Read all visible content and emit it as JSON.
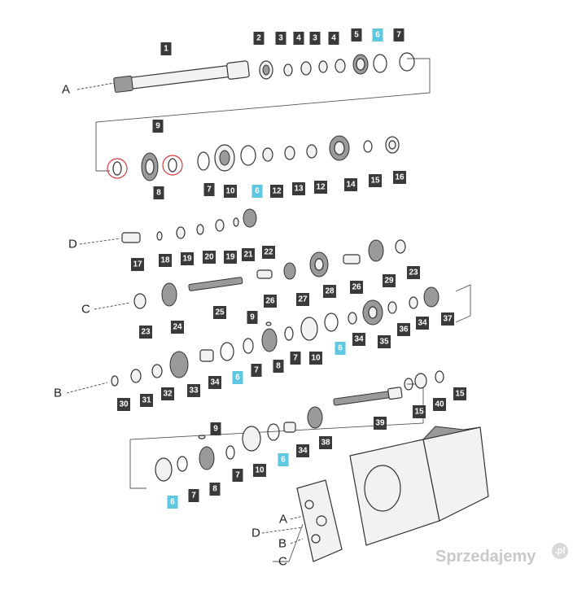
{
  "colors": {
    "label_bg": "#3a3a3a",
    "label_text": "#ffffff",
    "highlight_bg": "#5ec8e0",
    "highlight_text": "#ffffff",
    "circle_mark": "#d23c3c"
  },
  "callouts": [
    {
      "n": "1",
      "hl": false
    },
    {
      "n": "2",
      "hl": false
    },
    {
      "n": "3",
      "hl": false
    },
    {
      "n": "4",
      "hl": false
    },
    {
      "n": "3",
      "hl": false
    },
    {
      "n": "4",
      "hl": false
    },
    {
      "n": "5",
      "hl": false
    },
    {
      "n": "6",
      "hl": true
    },
    {
      "n": "7",
      "hl": false
    },
    {
      "n": "9",
      "hl": false
    },
    {
      "n": "8",
      "hl": false
    },
    {
      "n": "7",
      "hl": false
    },
    {
      "n": "10",
      "hl": false
    },
    {
      "n": "6",
      "hl": true
    },
    {
      "n": "12",
      "hl": false
    },
    {
      "n": "13",
      "hl": false
    },
    {
      "n": "12",
      "hl": false
    },
    {
      "n": "14",
      "hl": false
    },
    {
      "n": "15",
      "hl": false
    },
    {
      "n": "16",
      "hl": false
    },
    {
      "n": "17",
      "hl": false
    },
    {
      "n": "18",
      "hl": false
    },
    {
      "n": "19",
      "hl": false
    },
    {
      "n": "20",
      "hl": false
    },
    {
      "n": "19",
      "hl": false
    },
    {
      "n": "21",
      "hl": false
    },
    {
      "n": "22",
      "hl": false
    },
    {
      "n": "26",
      "hl": false
    },
    {
      "n": "29",
      "hl": false
    },
    {
      "n": "23",
      "hl": false
    },
    {
      "n": "28",
      "hl": false
    },
    {
      "n": "27",
      "hl": false
    },
    {
      "n": "26",
      "hl": false
    },
    {
      "n": "25",
      "hl": false
    },
    {
      "n": "24",
      "hl": false
    },
    {
      "n": "23",
      "hl": false
    },
    {
      "n": "37",
      "hl": false
    },
    {
      "n": "9",
      "hl": false
    },
    {
      "n": "34",
      "hl": false
    },
    {
      "n": "36",
      "hl": false
    },
    {
      "n": "34",
      "hl": false
    },
    {
      "n": "35",
      "hl": false
    },
    {
      "n": "6",
      "hl": true
    },
    {
      "n": "10",
      "hl": false
    },
    {
      "n": "7",
      "hl": false
    },
    {
      "n": "8",
      "hl": false
    },
    {
      "n": "7",
      "hl": false
    },
    {
      "n": "6",
      "hl": true
    },
    {
      "n": "34",
      "hl": false
    },
    {
      "n": "33",
      "hl": false
    },
    {
      "n": "32",
      "hl": false
    },
    {
      "n": "31",
      "hl": false
    },
    {
      "n": "30",
      "hl": false
    },
    {
      "n": "15",
      "hl": false
    },
    {
      "n": "40",
      "hl": false
    },
    {
      "n": "15",
      "hl": false
    },
    {
      "n": "39",
      "hl": false
    },
    {
      "n": "9",
      "hl": false
    },
    {
      "n": "38",
      "hl": false
    },
    {
      "n": "34",
      "hl": false
    },
    {
      "n": "6",
      "hl": true
    },
    {
      "n": "10",
      "hl": false
    },
    {
      "n": "7",
      "hl": false
    },
    {
      "n": "8",
      "hl": false
    },
    {
      "n": "7",
      "hl": false
    },
    {
      "n": "6",
      "hl": true
    }
  ],
  "letters": [
    "A",
    "D",
    "C",
    "B",
    "A",
    "D",
    "B",
    "C"
  ],
  "watermark": {
    "text": "Sprzedajemy",
    "suffix": ".pl"
  }
}
